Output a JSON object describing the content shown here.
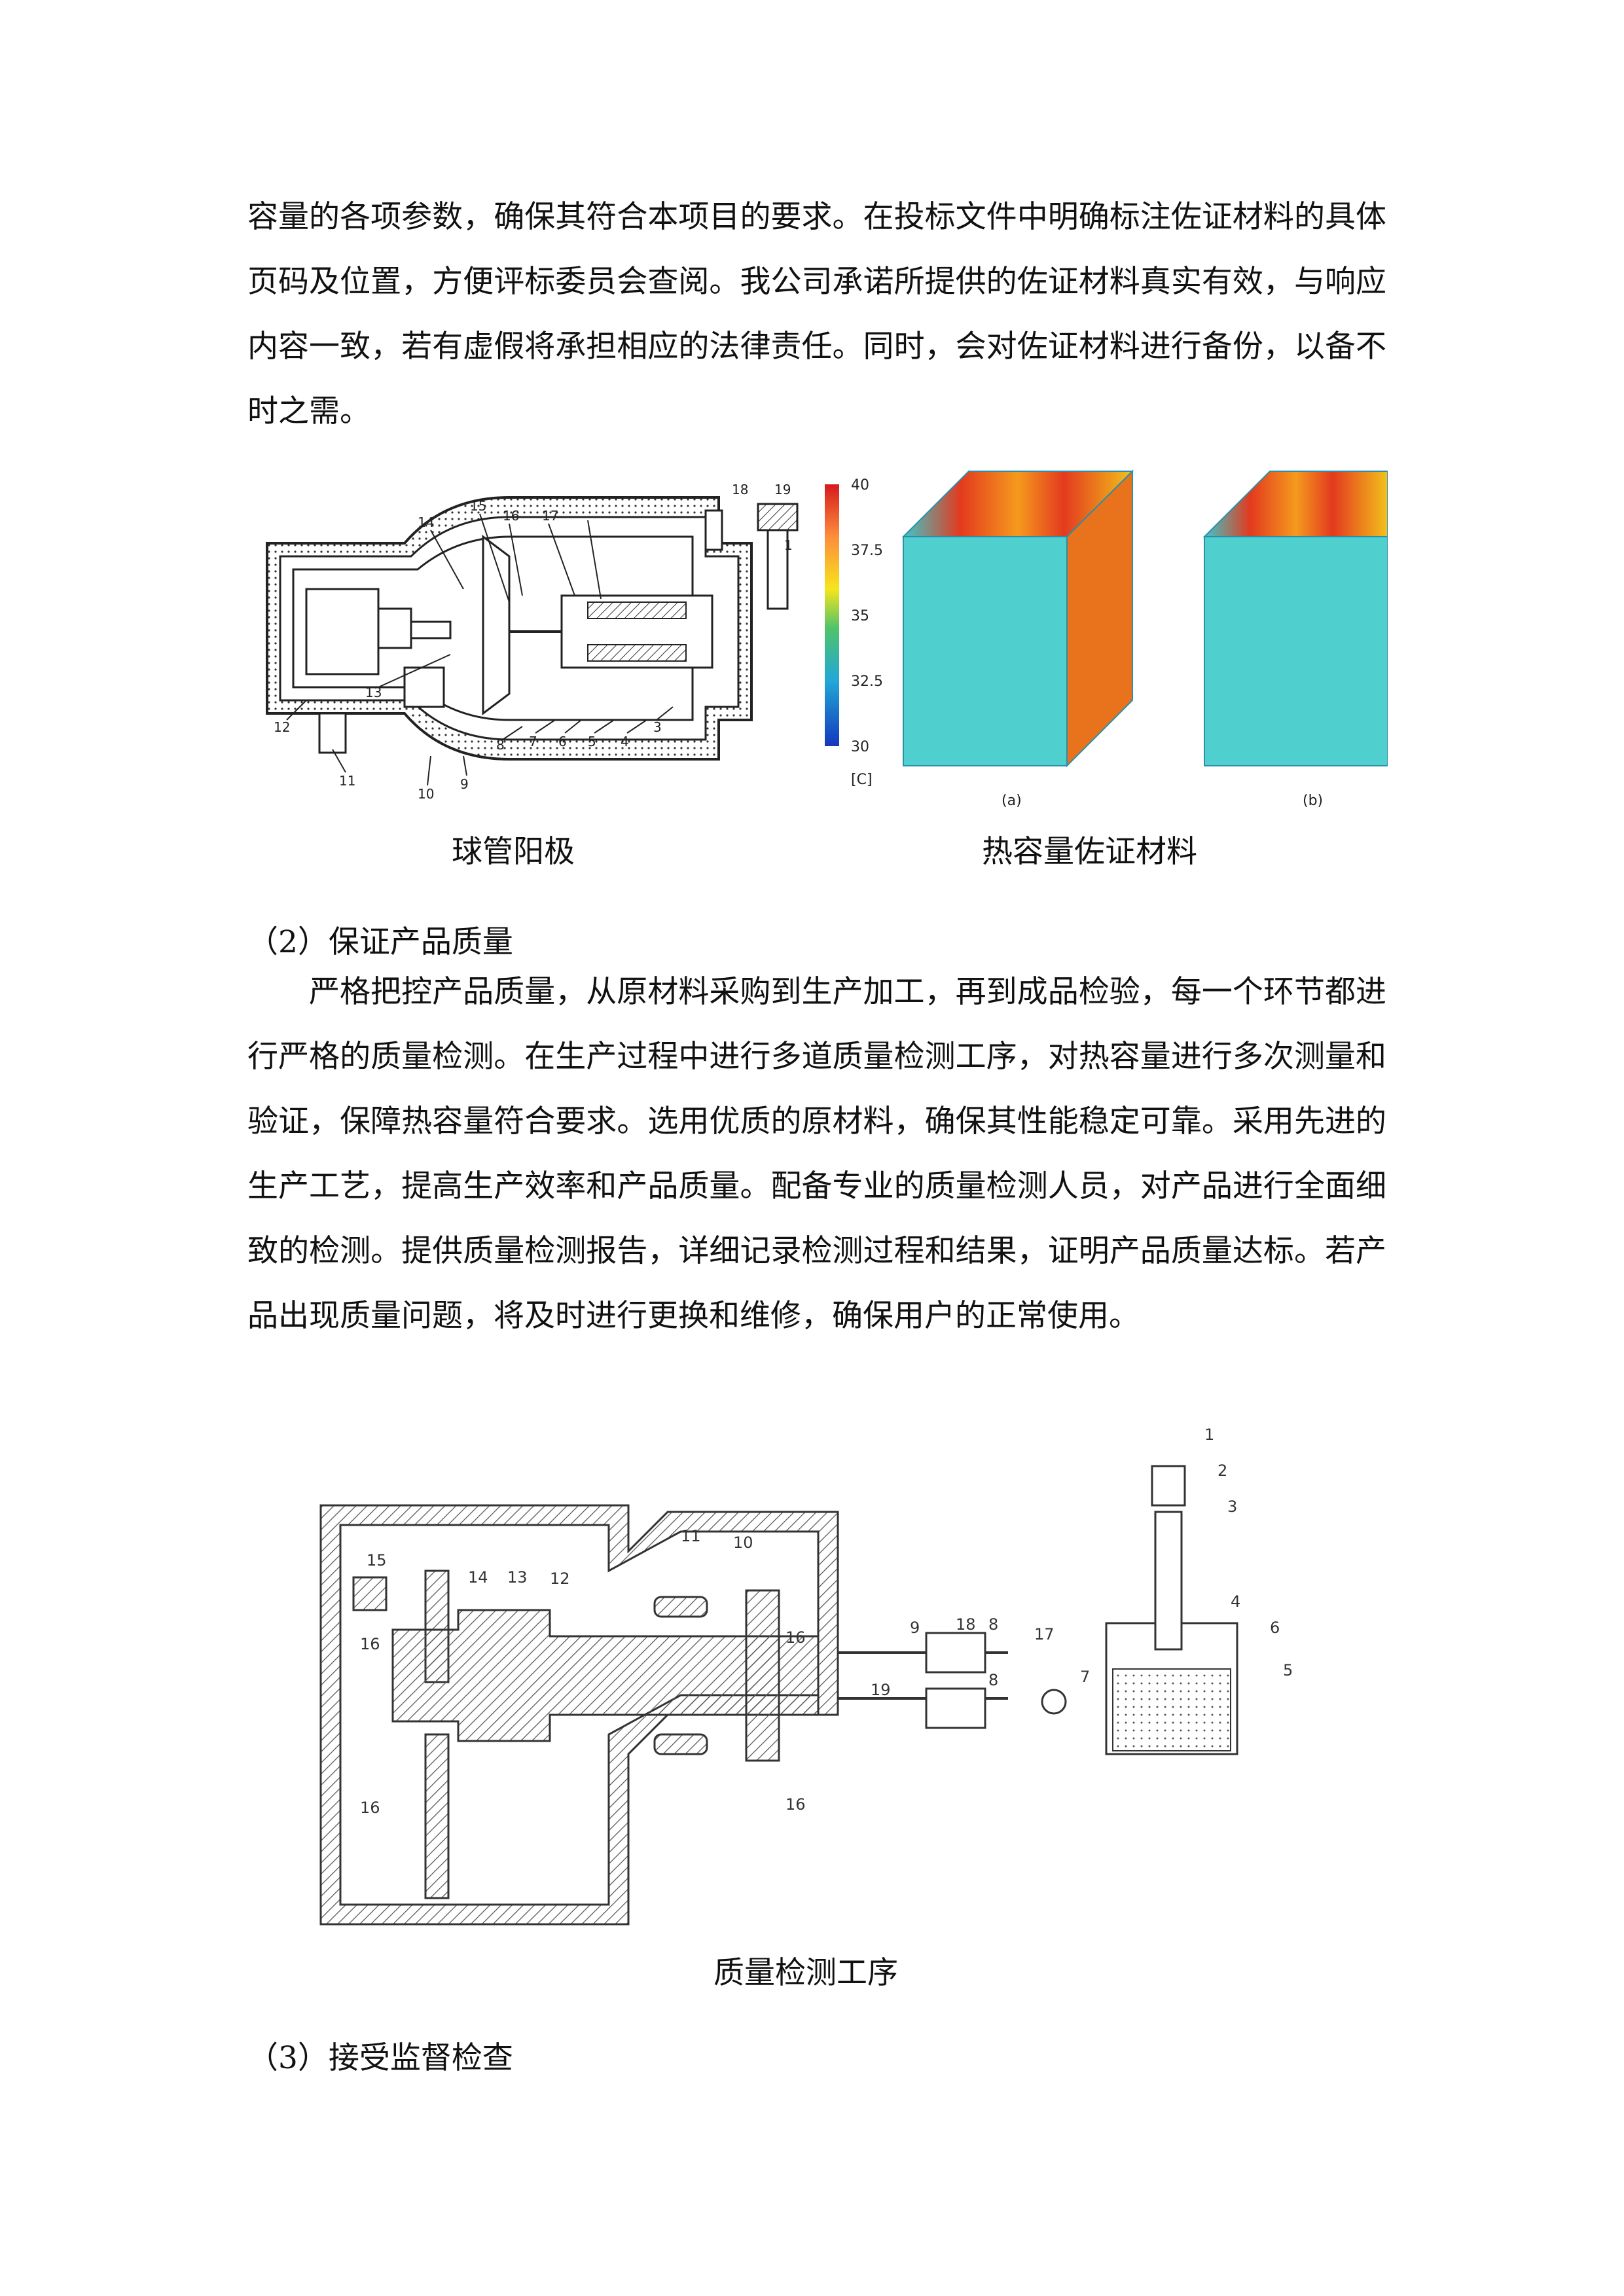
{
  "intro_paragraph": "容量的各项参数，确保其符合本项目的要求。在投标文件中明确标注佐证材料的具体页码及位置，方便评标委员会查阅。我公司承诺所提供的佐证材料真实有效，与响应内容一致，若有虚假将承担相应的法律责任。同时，会对佐证材料进行备份，以备不时之需。",
  "figure1": {
    "caption_left": "球管阳极",
    "caption_right": "热容量佐证材料",
    "tube_labels": [
      "1",
      "3",
      "4",
      "5",
      "6",
      "7",
      "8",
      "9",
      "10",
      "11",
      "12",
      "13",
      "14",
      "15",
      "16",
      "17",
      "18",
      "19"
    ],
    "scale_ticks": [
      "40",
      "37.5",
      "35",
      "32.5",
      "30"
    ],
    "scale_unit": "[C]",
    "panel_labels": [
      "(a)",
      "(b)"
    ]
  },
  "section2": {
    "heading": "（2）保证产品质量",
    "paragraph": "严格把控产品质量，从原材料采购到生产加工，再到成品检验，每一个环节都进行严格的质量检测。在生产过程中进行多道质量检测工序，对热容量进行多次测量和验证，保障热容量符合要求。选用优质的原材料，确保其性能稳定可靠。采用先进的生产工艺，提高生产效率和产品质量。配备专业的质量检测人员，对产品进行全面细致的检测。提供质量检测报告，详细记录检测过程和结果，证明产品质量达标。若产品出现质量问题，将及时进行更换和维修，确保用户的正常使用。"
  },
  "figure2": {
    "caption": "质量检测工序",
    "labels": [
      "1",
      "2",
      "3",
      "4",
      "5",
      "6",
      "7",
      "8",
      "8",
      "9",
      "10",
      "11",
      "12",
      "13",
      "14",
      "15",
      "16",
      "16",
      "16",
      "16",
      "17",
      "18",
      "19"
    ]
  },
  "section3": {
    "heading": "（3）接受监督检查"
  }
}
